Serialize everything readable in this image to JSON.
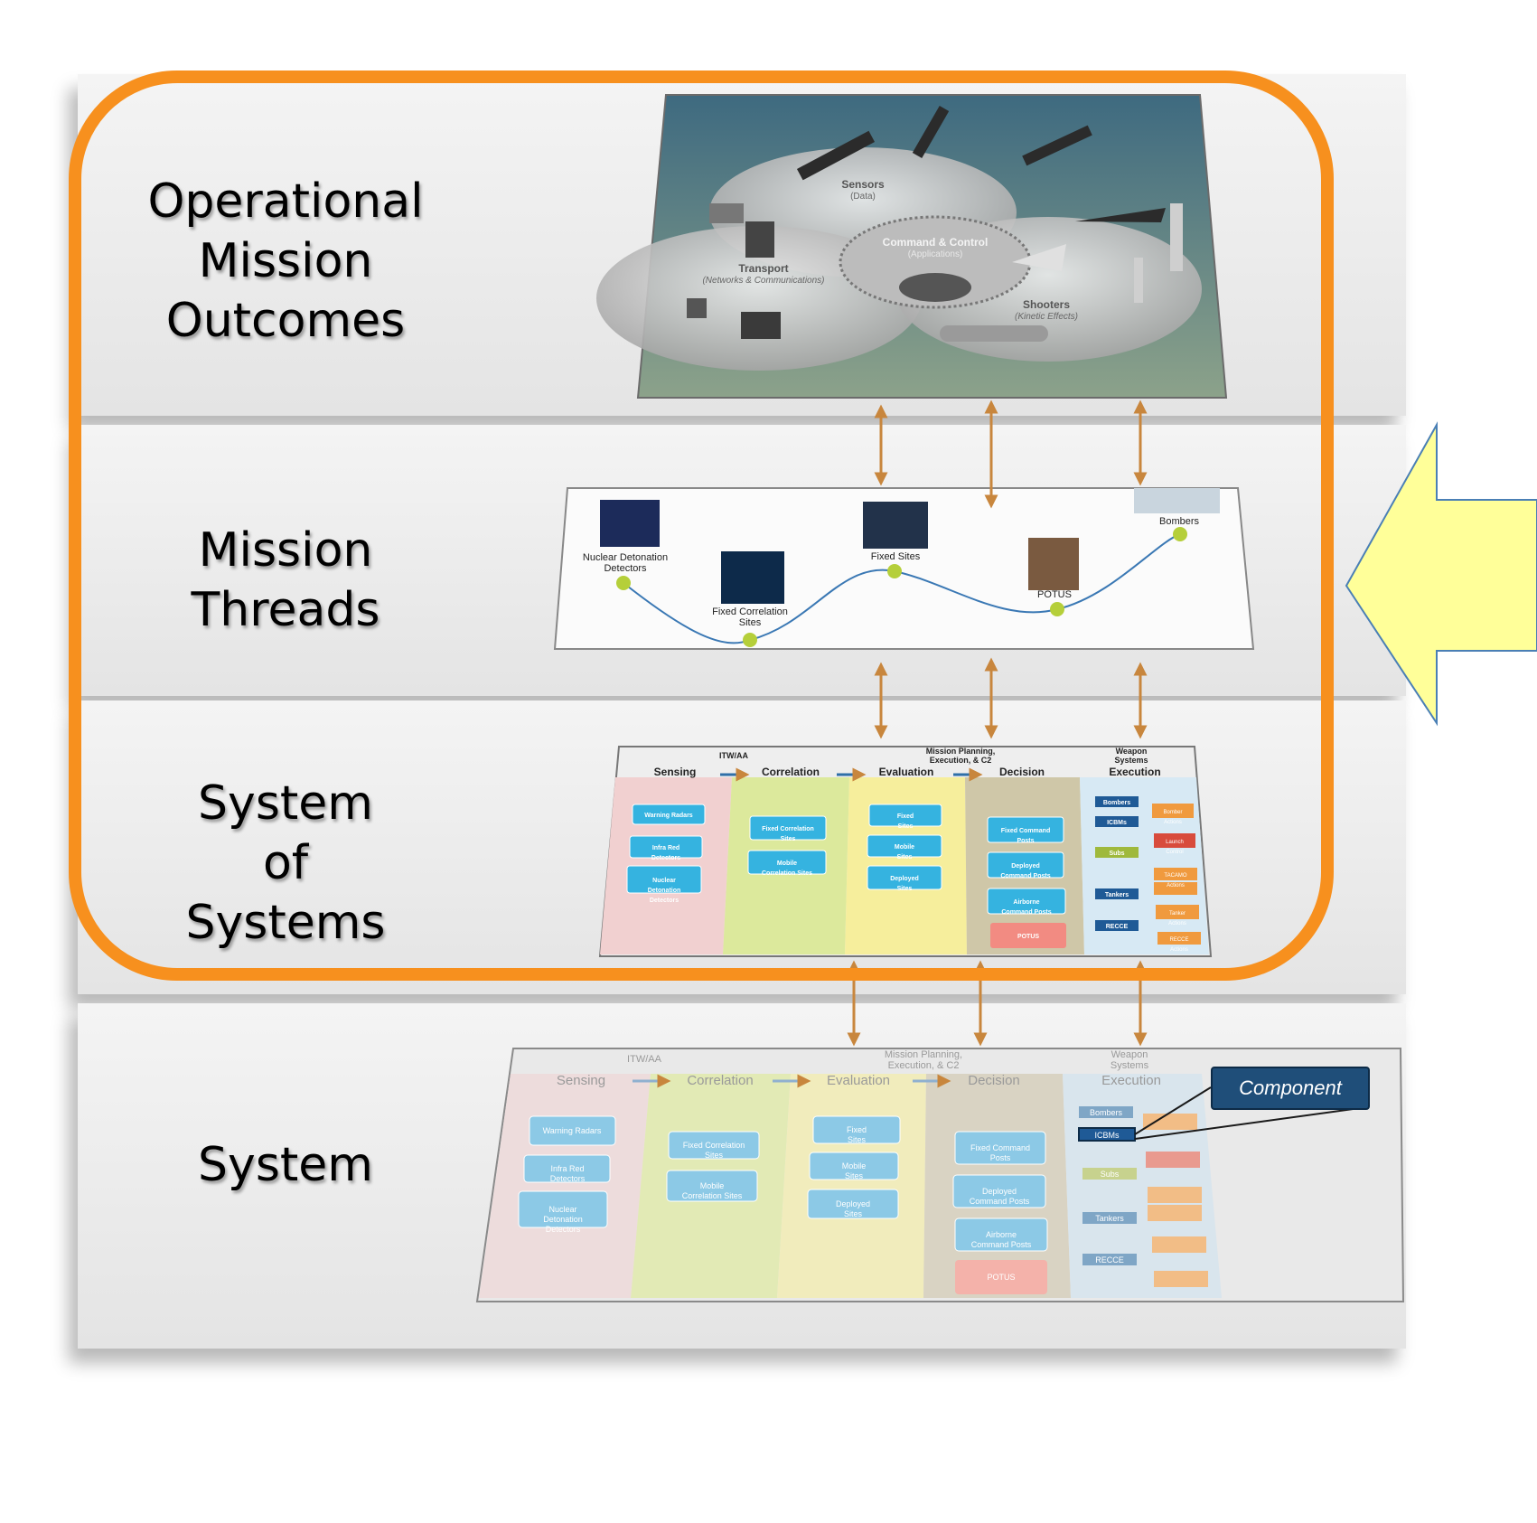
{
  "layers": [
    {
      "label": "Operational\nMission\nOutcomes"
    },
    {
      "label": "Mission\nThreads"
    },
    {
      "label": "System\nof\nSystems"
    },
    {
      "label": "System"
    }
  ],
  "outcomes": {
    "areas": [
      {
        "title": "Sensors",
        "sub": "(Data)"
      },
      {
        "title": "Command & Control",
        "sub": "(Applications)"
      },
      {
        "title": "Transport",
        "sub": "(Networks & Communications)"
      },
      {
        "title": "Shooters",
        "sub": "(Kinetic Effects)"
      }
    ]
  },
  "thread": {
    "nodes": [
      "Nuclear Detonation\nDetectors",
      "Fixed Correlation\nSites",
      "Fixed Sites",
      "POTUS",
      "Bombers"
    ]
  },
  "sos": {
    "groups": [
      "ITW/AA",
      "Mission Planning,\nExecution, & C2",
      "Weapon\nSystems"
    ],
    "phases": [
      "Sensing",
      "Correlation",
      "Evaluation",
      "Decision",
      "Execution"
    ],
    "sensing": [
      "Warning Radars",
      "Infra Red\nDetectors",
      "Nuclear\nDetonation\nDetectors"
    ],
    "correlation": [
      "Fixed Correlation\nSites",
      "Mobile\nCorrelation Sites"
    ],
    "evaluation": [
      "Fixed\nSites",
      "Mobile\nSites",
      "Deployed\nSites"
    ],
    "decision": [
      "Fixed Command\nPosts",
      "Deployed\nCommand Posts",
      "Airborne\nCommand Posts",
      "POTUS"
    ],
    "execution": [
      "Bombers",
      "ICBMs",
      "Subs",
      "Tankers",
      "RECCE"
    ],
    "targets": [
      "Bomber\nActions",
      "Launch\nControl",
      "TACAMO\nActions",
      "Tanker\nActions",
      "RECCE\nActions"
    ]
  },
  "component": {
    "label": "Component"
  },
  "colors": {
    "focus": "#f7901e",
    "arrow": "#ffff99",
    "connector": "#c8863d"
  }
}
